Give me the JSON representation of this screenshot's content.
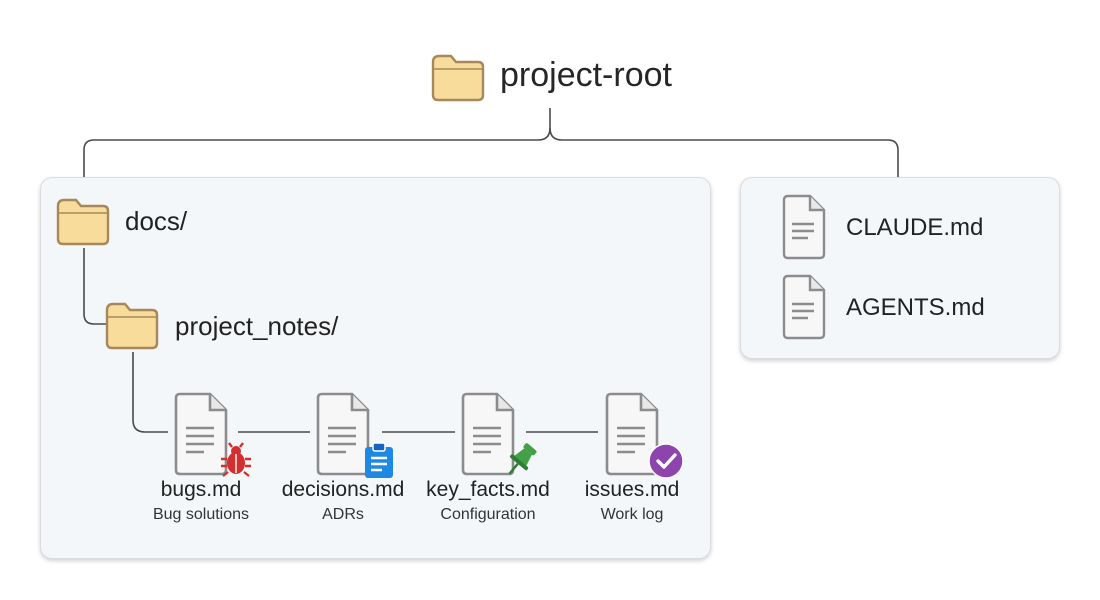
{
  "root": {
    "label": "project-root",
    "icon": "folder-icon"
  },
  "docs": {
    "label": "docs/",
    "icon": "folder-icon",
    "project_notes": {
      "label": "project_notes/",
      "icon": "folder-icon",
      "files": [
        {
          "name": "bugs.md",
          "desc": "Bug solutions",
          "badge": "bug-icon",
          "badge_color": "#d32f2f"
        },
        {
          "name": "decisions.md",
          "desc": "ADRs",
          "badge": "clipboard-icon",
          "badge_color": "#1e88e5"
        },
        {
          "name": "key_facts.md",
          "desc": "Configuration",
          "badge": "pushpin-icon",
          "badge_color": "#43a047"
        },
        {
          "name": "issues.md",
          "desc": "Work log",
          "badge": "check-circle-icon",
          "badge_color": "#8e44ad"
        }
      ]
    }
  },
  "root_files": [
    {
      "name": "CLAUDE.md",
      "icon": "file-icon"
    },
    {
      "name": "AGENTS.md",
      "icon": "file-icon"
    }
  ],
  "colors": {
    "folder_fill": "#f7dc9c",
    "folder_stroke": "#a8885a",
    "panel_bg": "#f4f7f9",
    "connector": "#4a4a4a",
    "file_stroke": "#8c8c8c"
  }
}
